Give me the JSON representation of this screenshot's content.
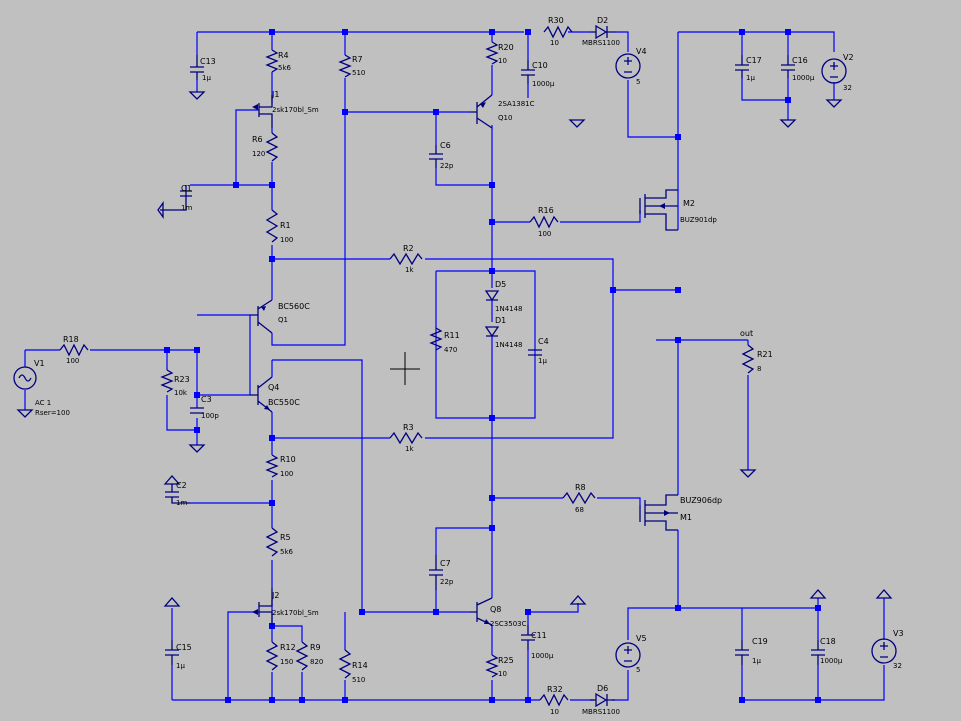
{
  "components": {
    "V1": {
      "name": "V1",
      "line1": "AC 1",
      "line2": "Rser=100"
    },
    "V2": {
      "name": "V2",
      "value": "32"
    },
    "V3": {
      "name": "V3",
      "value": "32"
    },
    "V4": {
      "name": "V4",
      "value": "5"
    },
    "V5": {
      "name": "V5",
      "value": "5"
    },
    "R1": {
      "name": "R1",
      "value": "100"
    },
    "R2": {
      "name": "R2",
      "value": "1k"
    },
    "R3": {
      "name": "R3",
      "value": "1k"
    },
    "R4": {
      "name": "R4",
      "value": "5k6"
    },
    "R5": {
      "name": "R5",
      "value": "5k6"
    },
    "R6": {
      "name": "R6",
      "value": "120"
    },
    "R7": {
      "name": "R7",
      "value": "510"
    },
    "R8": {
      "name": "R8",
      "value": "68"
    },
    "R9": {
      "name": "R9",
      "value": "820"
    },
    "R10": {
      "name": "R10",
      "value": "100"
    },
    "R11": {
      "name": "R11",
      "value": "470"
    },
    "R12": {
      "name": "R12",
      "value": "150"
    },
    "R14": {
      "name": "R14",
      "value": "510"
    },
    "R16": {
      "name": "R16",
      "value": "100"
    },
    "R18": {
      "name": "R18",
      "value": "100"
    },
    "R20": {
      "name": "R20",
      "value": "10"
    },
    "R21": {
      "name": "R21",
      "value": "8"
    },
    "R23": {
      "name": "R23",
      "value": "10k"
    },
    "R25": {
      "name": "R25",
      "value": "10"
    },
    "R30": {
      "name": "R30",
      "value": "10"
    },
    "R32": {
      "name": "R32",
      "value": "10"
    },
    "C1": {
      "name": "C1",
      "value": "1m"
    },
    "C2": {
      "name": "C2",
      "value": "1m"
    },
    "C3": {
      "name": "C3",
      "value": "100p"
    },
    "C4": {
      "name": "C4",
      "value": "1µ"
    },
    "C6": {
      "name": "C6",
      "value": "22p"
    },
    "C7": {
      "name": "C7",
      "value": "22p"
    },
    "C10": {
      "name": "C10",
      "value": "1000µ"
    },
    "C11": {
      "name": "C11",
      "value": "1000µ"
    },
    "C13": {
      "name": "C13",
      "value": "1µ"
    },
    "C15": {
      "name": "C15",
      "value": "1µ"
    },
    "C16": {
      "name": "C16",
      "value": "1000µ"
    },
    "C17": {
      "name": "C17",
      "value": "1µ"
    },
    "C18": {
      "name": "C18",
      "value": "1000µ"
    },
    "C19": {
      "name": "C19",
      "value": "1µ"
    },
    "D1": {
      "name": "D1",
      "value": "1N4148"
    },
    "D5": {
      "name": "D5",
      "value": "1N4148"
    },
    "D2": {
      "name": "D2",
      "value": "MBRS1100"
    },
    "D6": {
      "name": "D6",
      "value": "MBRS1100"
    },
    "Q1": {
      "name": "Q1",
      "value": "BC560C"
    },
    "Q4": {
      "name": "Q4",
      "value": "BC550C"
    },
    "Q8": {
      "name": "Q8",
      "value": "2SC3503C"
    },
    "Q10": {
      "name": "Q10",
      "value": "2SA1381C"
    },
    "J1": {
      "name": "J1",
      "value": "2sk170bl_Sm"
    },
    "J2": {
      "name": "J2",
      "value": "2sk170bl_Sm"
    },
    "M1": {
      "name": "M1",
      "value": "BUZ906dp"
    },
    "M2": {
      "name": "M2",
      "value": "BUZ901dp"
    }
  },
  "nets": {
    "out": "out"
  },
  "colors": {
    "background": "#c0c0c0",
    "wire": "#0000ff",
    "component": "#000080",
    "text": "#000000"
  }
}
